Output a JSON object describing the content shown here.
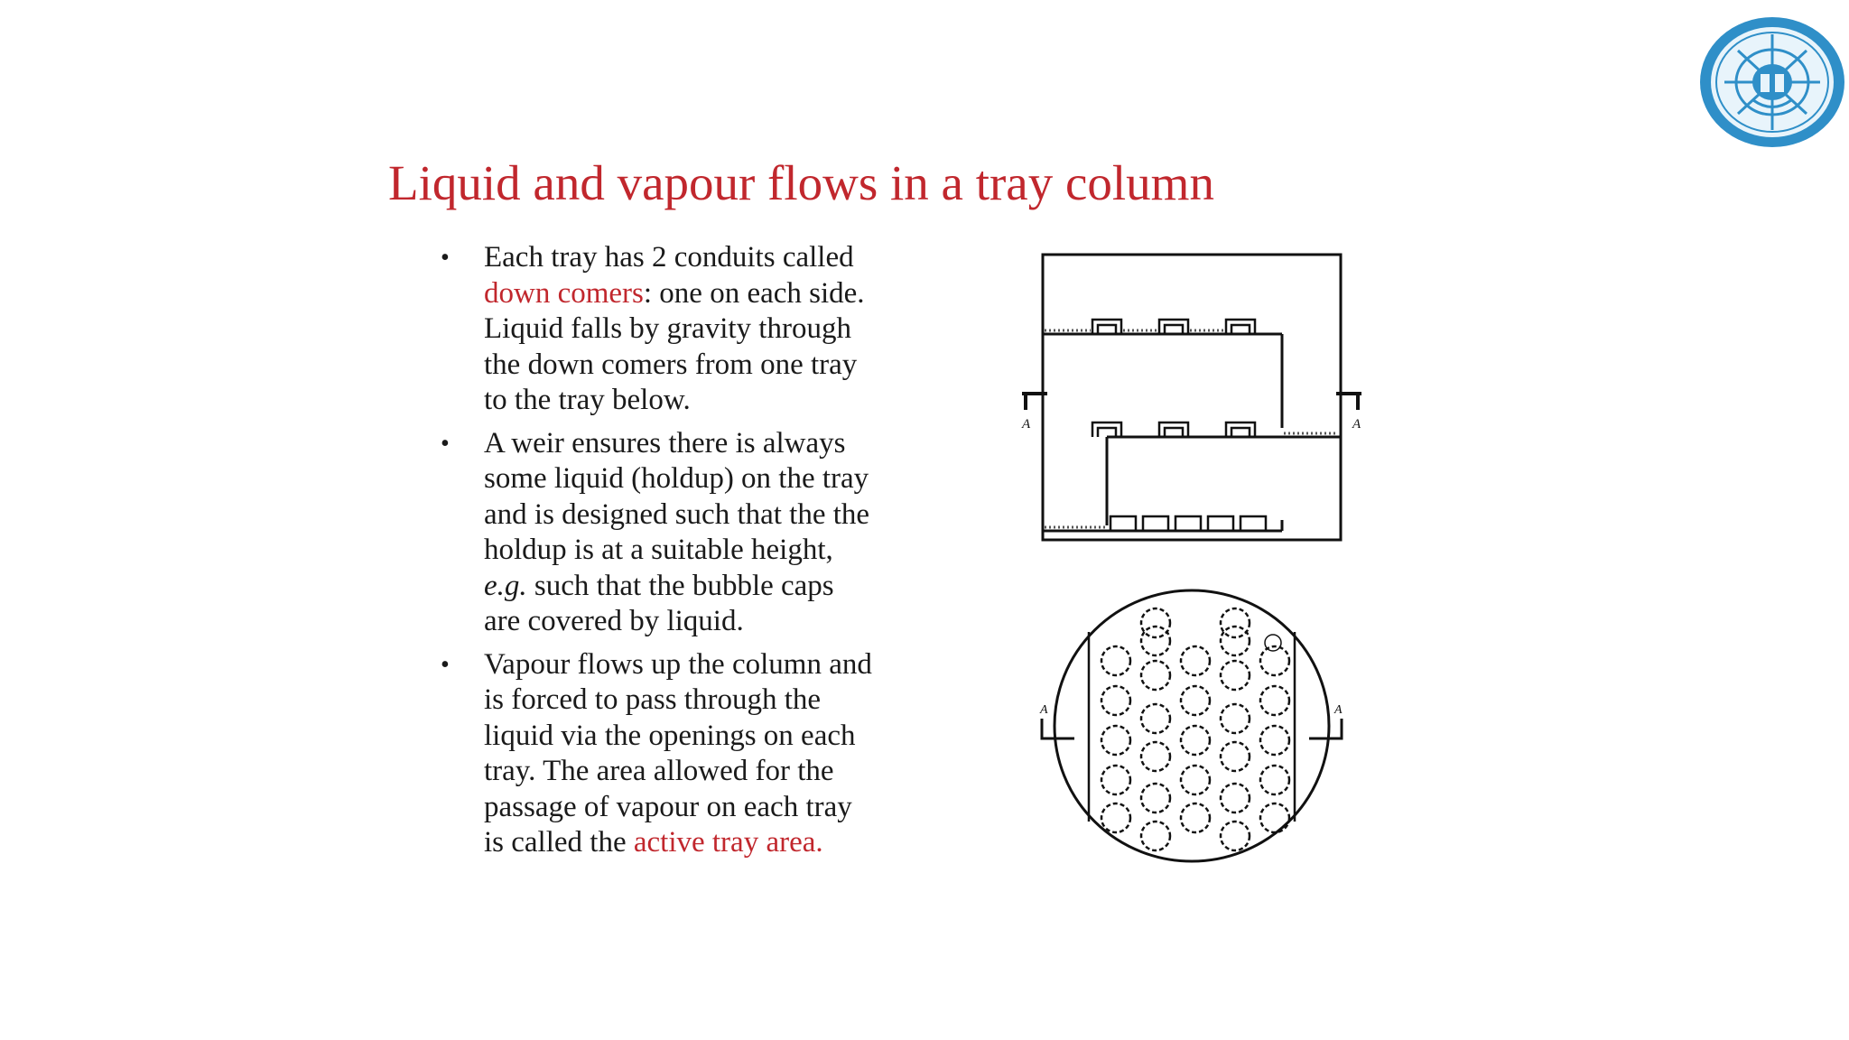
{
  "slide": {
    "title": "Liquid and vapour flows in a tray column"
  },
  "logo": {
    "icon": "university-seal-logo",
    "colors": {
      "primary": "#2f8fc8",
      "light": "#e8f4fb"
    }
  },
  "bullets": [
    {
      "marker": "•",
      "segments": [
        {
          "text": "Each tray has 2 conduits called\n",
          "style": "normal"
        },
        {
          "text": "down comers",
          "style": "highlight"
        },
        {
          "text": ": one on each side.\nLiquid falls by gravity through\nthe down comers from one tray\nto the tray below.",
          "style": "normal"
        }
      ]
    },
    {
      "marker": "•",
      "segments": [
        {
          "text": "A weir ensures there is always\nsome liquid (holdup) on the tray\nand is designed such that the the\nholdup is at a suitable height,\n",
          "style": "normal"
        },
        {
          "text": "e.g.",
          "style": "italic"
        },
        {
          "text": " such that the bubble caps\nare covered by liquid.",
          "style": "normal"
        }
      ]
    },
    {
      "marker": "•",
      "segments": [
        {
          "text": "Vapour flows up the column and\nis forced to pass through the\nliquid via the openings on each\ntray. The area allowed for the\npassage of vapour on each tray\nis called the ",
          "style": "normal"
        },
        {
          "text": "active tray area.",
          "style": "highlight"
        }
      ]
    }
  ],
  "diagrams": {
    "side_view": {
      "section_labels": [
        "A",
        "A"
      ]
    },
    "top_view": {
      "section_labels": [
        "A",
        "A"
      ]
    }
  },
  "colors": {
    "title": "#c1272d",
    "highlight": "#c1272d",
    "text": "#1a1a1a",
    "line": "#111111"
  }
}
